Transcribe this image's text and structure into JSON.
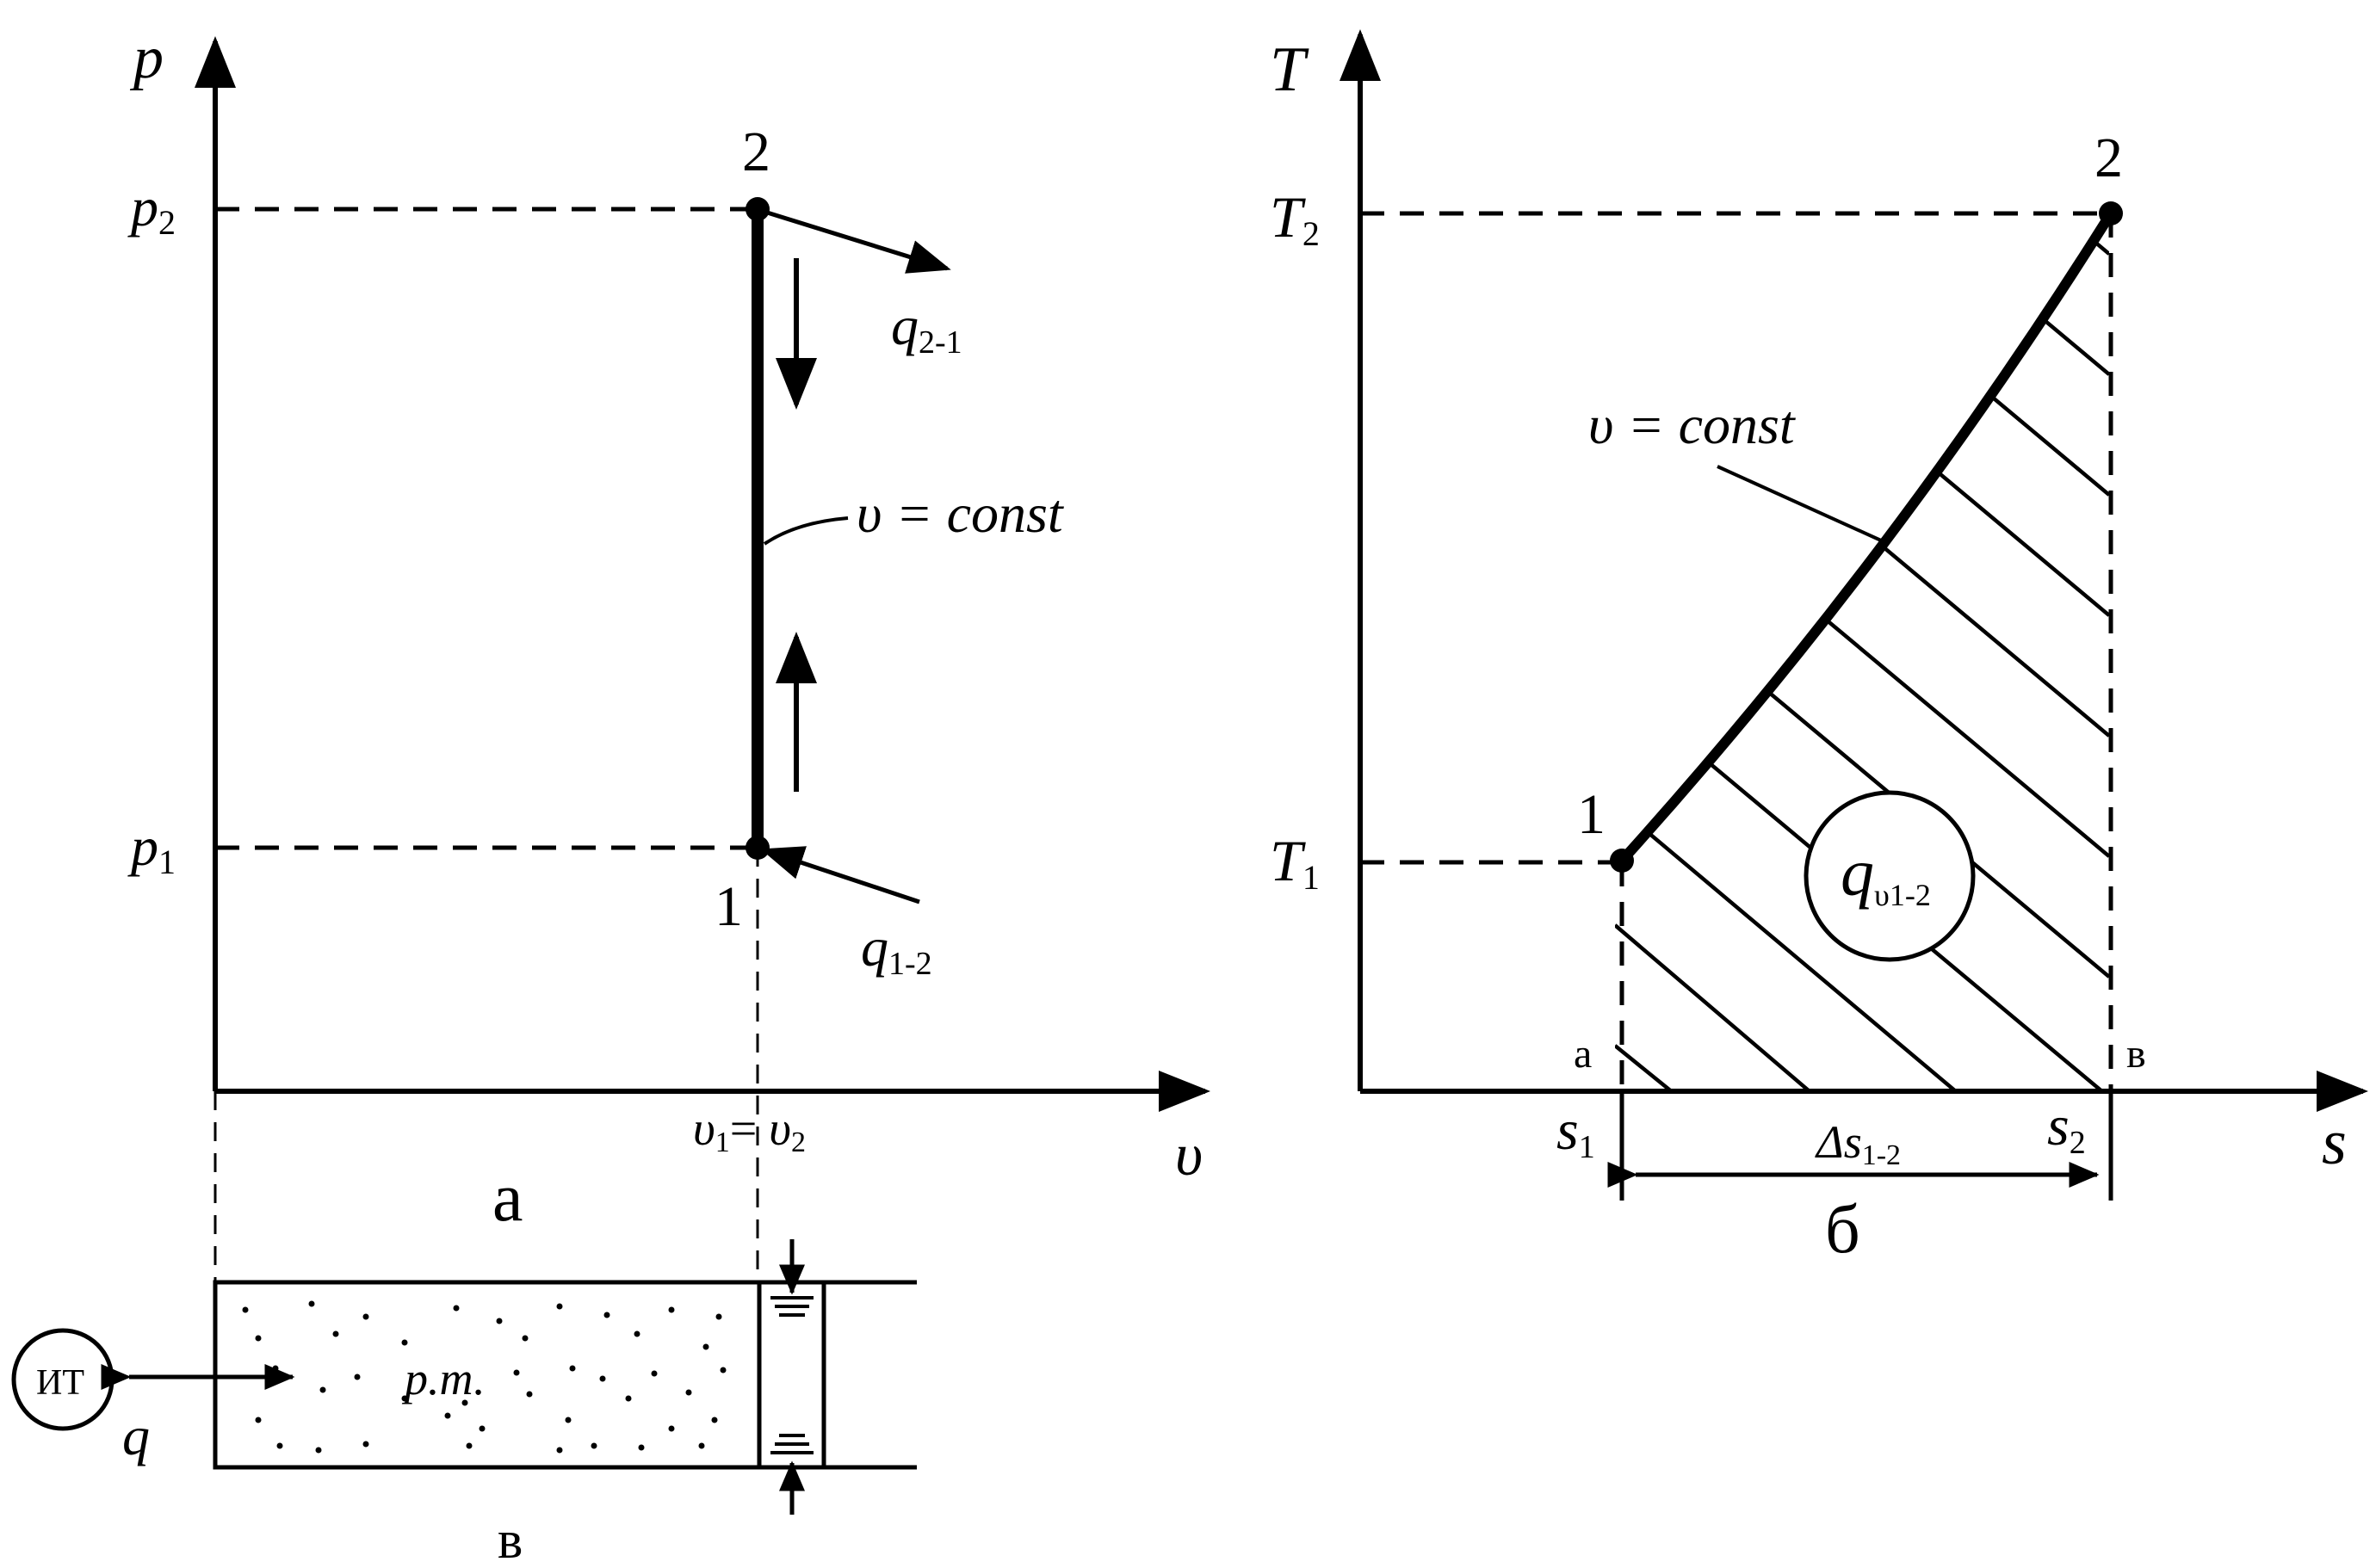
{
  "pv_diagram": {
    "caption": "а",
    "axis_y": "p",
    "axis_x": "υ",
    "p2": "p",
    "p2_sub": "2",
    "p1": "p",
    "p1_sub": "1",
    "point_2": "2",
    "point_1": "1",
    "q21": "q",
    "q21_sub": "2-1",
    "q12": "q",
    "q12_sub": "1-2",
    "process": "υ = const",
    "v1": "υ",
    "v1_sub": "1",
    "v_eq": "=",
    "v2": "υ",
    "v2_sub": "2"
  },
  "ts_diagram": {
    "caption": "б",
    "axis_y": "T",
    "axis_x": "s",
    "T2": "T",
    "T2_sub": "2",
    "T1": "T",
    "T1_sub": "1",
    "point_2": "2",
    "point_1": "1",
    "process": "υ = const",
    "label_a": "а",
    "label_b": "в",
    "s1": "s",
    "s1_sub": "1",
    "s2": "s",
    "s2_sub": "2",
    "ds": "Δs",
    "ds_sub": "1-2",
    "heat": "q",
    "heat_sub": "υ1-2"
  },
  "cylinder": {
    "caption": "в",
    "source": "ИТ",
    "heat": "q",
    "body": "р.т."
  }
}
